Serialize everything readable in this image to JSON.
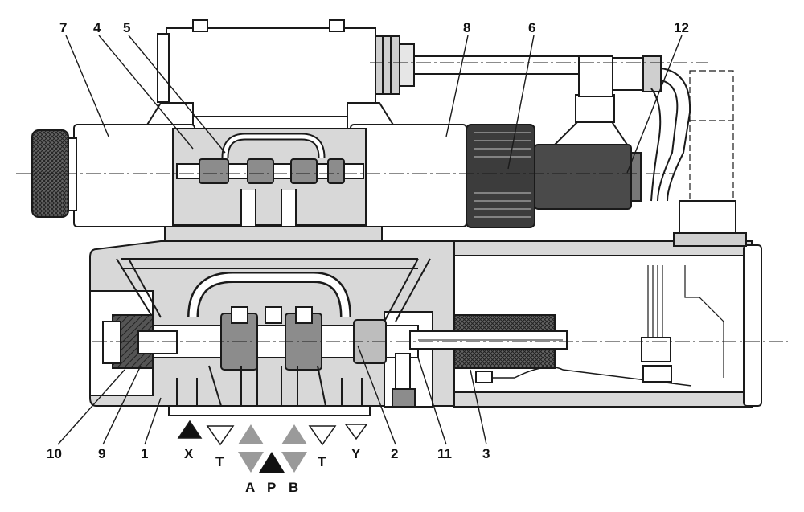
{
  "colors": {
    "line": "#1a1a1a",
    "body_fill": "#d8d8d8",
    "dark_fill": "#8c8c8c",
    "coil_fill": "#555555",
    "arrow_gray": "#9a9a9a",
    "arrow_black": "#111111",
    "background": "#ffffff"
  },
  "callouts": {
    "c1": "1",
    "c2": "2",
    "c3": "3",
    "c4": "4",
    "c5": "5",
    "c6": "6",
    "c7": "7",
    "c8": "8",
    "c9": "9",
    "c10": "10",
    "c11": "11",
    "c12": "12"
  },
  "ports": {
    "x": "X",
    "t_left": "T",
    "t_right": "T",
    "y": "Y",
    "a": "A",
    "p": "P",
    "b": "B"
  }
}
